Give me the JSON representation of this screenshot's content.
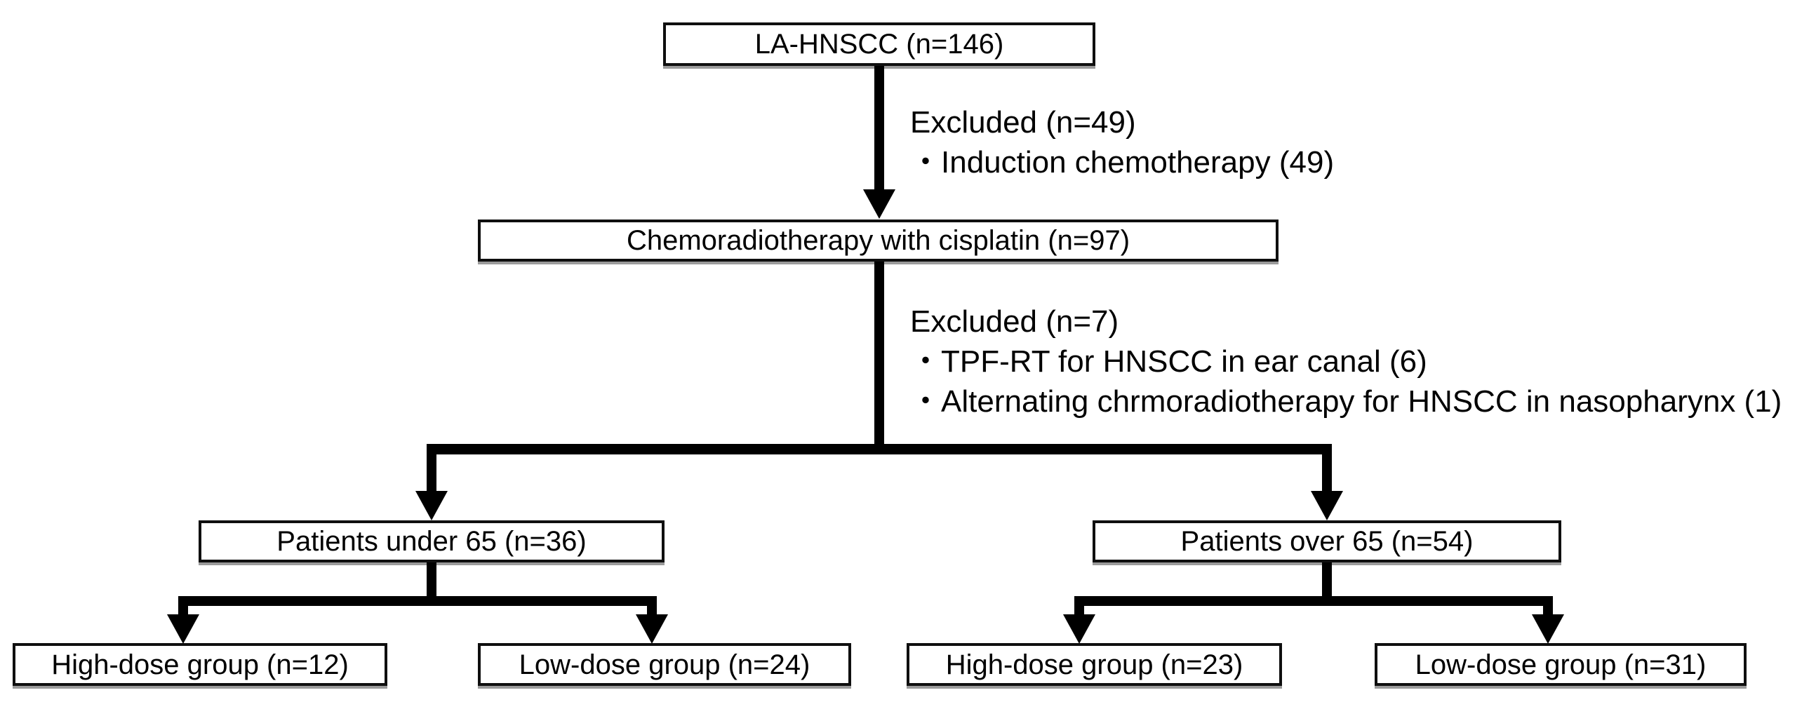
{
  "figure": {
    "type": "patient-flow-diagram",
    "description": "CONSORT-style patient selection flowchart"
  },
  "nodes": {
    "la_hnscc": {
      "label": "LA-HNSCC (n=146)",
      "n": 146
    },
    "crt_cisplatin": {
      "label": "Chemoradiotherapy with cisplatin (n=97)",
      "n": 97
    },
    "under_65": {
      "label": "Patients under 65 (n=36)",
      "n": 36
    },
    "over_65": {
      "label": "Patients over 65 (n=54)",
      "n": 54
    },
    "under_65_high_dose": {
      "label": "High-dose group (n=12)",
      "n": 12
    },
    "under_65_low_dose": {
      "label": "Low-dose group (n=24)",
      "n": 24
    },
    "over_65_high_dose": {
      "label": "High-dose group (n=23)",
      "n": 23
    },
    "over_65_low_dose": {
      "label": "Low-dose group (n=31)",
      "n": 31
    }
  },
  "exclusions": {
    "first": {
      "title": "Excluded (n=49)",
      "items": [
        "・Induction chemotherapy (49)"
      ]
    },
    "second": {
      "title": "Excluded (n=7)",
      "items": [
        "・TPF-RT for HNSCC in ear canal (6)",
        "・Alternating chrmoradiotherapy for HNSCC in nasopharynx (1)"
      ]
    }
  },
  "edges": [
    {
      "from": "la_hnscc",
      "to": "crt_cisplatin",
      "note": "Excluded (n=49)"
    },
    {
      "from": "crt_cisplatin",
      "to": "under_65",
      "note": "Excluded (n=7)"
    },
    {
      "from": "crt_cisplatin",
      "to": "over_65",
      "note": "Excluded (n=7)"
    },
    {
      "from": "under_65",
      "to": "under_65_high_dose"
    },
    {
      "from": "under_65",
      "to": "under_65_low_dose"
    },
    {
      "from": "over_65",
      "to": "over_65_high_dose"
    },
    {
      "from": "over_65",
      "to": "over_65_low_dose"
    }
  ],
  "colors": {
    "line": "#000000",
    "box-border": "#0f0f0f",
    "box-fill": "#ffffff",
    "box-shadow": "#9b9b9b",
    "background": "#ffffff",
    "text": "#000000"
  }
}
